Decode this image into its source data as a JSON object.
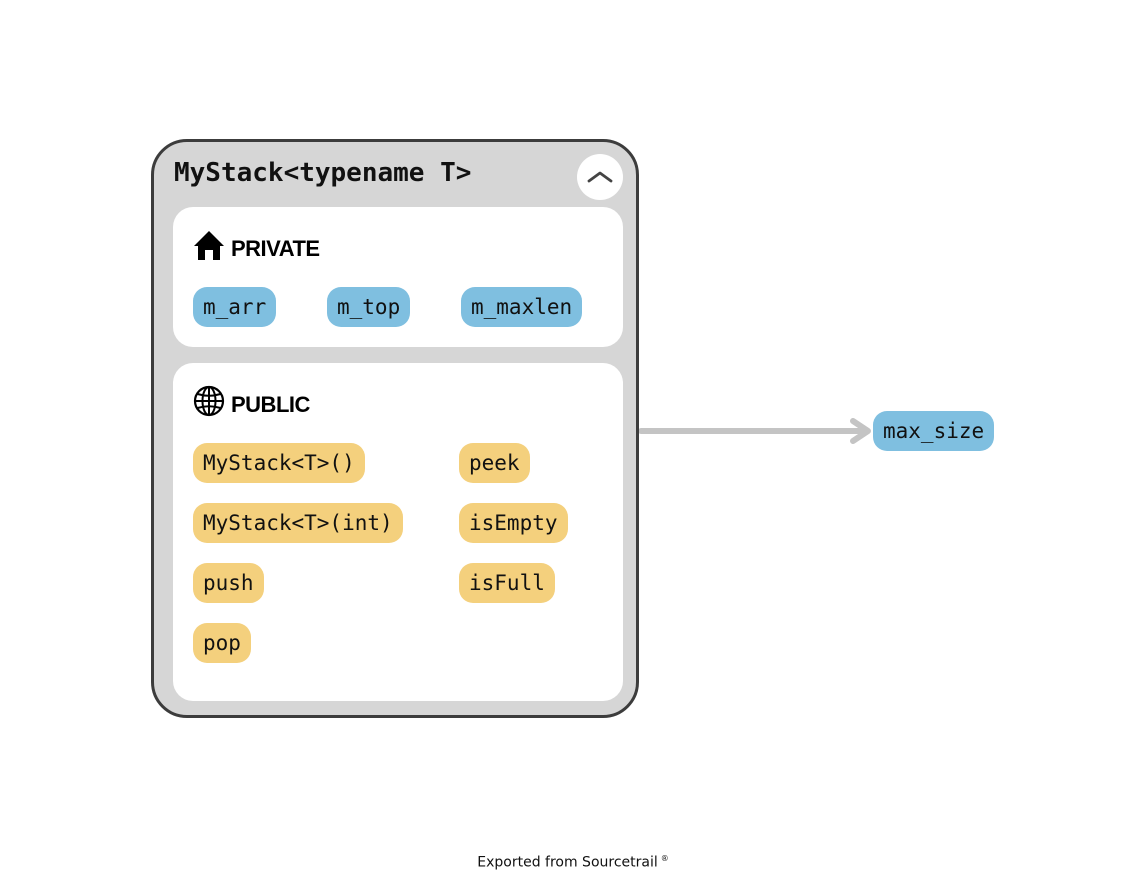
{
  "class_node": {
    "title": "MyStack<typename T>",
    "collapse_icon": "chevron-up-icon",
    "private_section": {
      "icon": "house-icon",
      "label": "PRIVATE",
      "fields": [
        "m_arr",
        "m_top",
        "m_maxlen"
      ]
    },
    "public_section": {
      "icon": "globe-icon",
      "label": "PUBLIC",
      "methods": [
        "MyStack<T>()",
        "MyStack<T>(int)",
        "push",
        "pop",
        "peek",
        "isEmpty",
        "isFull"
      ]
    }
  },
  "external_node": {
    "label": "max_size"
  },
  "colors": {
    "field": "#7fbfe0",
    "method": "#f4d07d",
    "node_background": "#d6d6d6",
    "node_border": "#3c3c3c",
    "edge": "#c4c4c4"
  },
  "footer": {
    "text": "Exported from Sourcetrail",
    "mark": "®"
  }
}
